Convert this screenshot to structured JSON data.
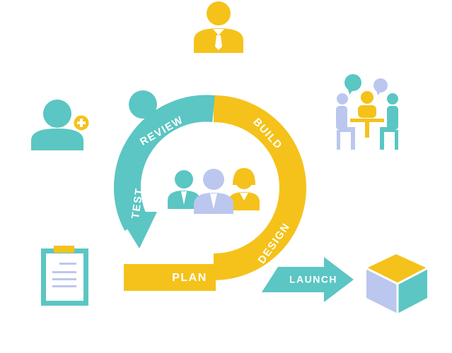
{
  "diagram": {
    "stages": {
      "plan": "PLAN",
      "design": "DESIGN",
      "build": "BUILD",
      "review": "REVIEW",
      "test": "TEST",
      "launch": "LAUNCH"
    },
    "icons": {
      "top": "manager-icon",
      "left": "add-user-icon",
      "right": "meeting-icon",
      "bottom_left": "clipboard-icon",
      "bottom_right": "box-icon",
      "center": "team-icon"
    }
  },
  "colors": {
    "teal": "#5BC6C3",
    "yellow": "#F5C21B",
    "lavender": "#BBC7EE",
    "white": "#FFFFFF"
  }
}
